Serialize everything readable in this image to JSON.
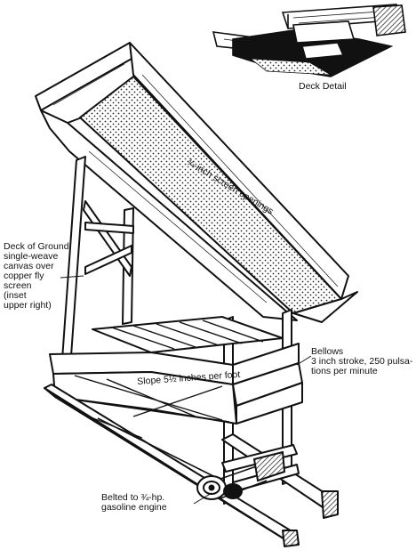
{
  "labels": {
    "deck_detail": "Deck Detail",
    "screen_openings": "¾-inch screen openings",
    "deck_of_ground": "Deck of Ground,\nsingle-weave\ncanvas over\ncopper fly\nscreen\n(inset\nupper right)",
    "bellows": "Bellows\n3 inch stroke, 250 pulsa-\ntions per minute",
    "slope": "Slope 5½ inches per foot",
    "belted": "Belted to ¾-hp.\ngasoline engine"
  }
}
